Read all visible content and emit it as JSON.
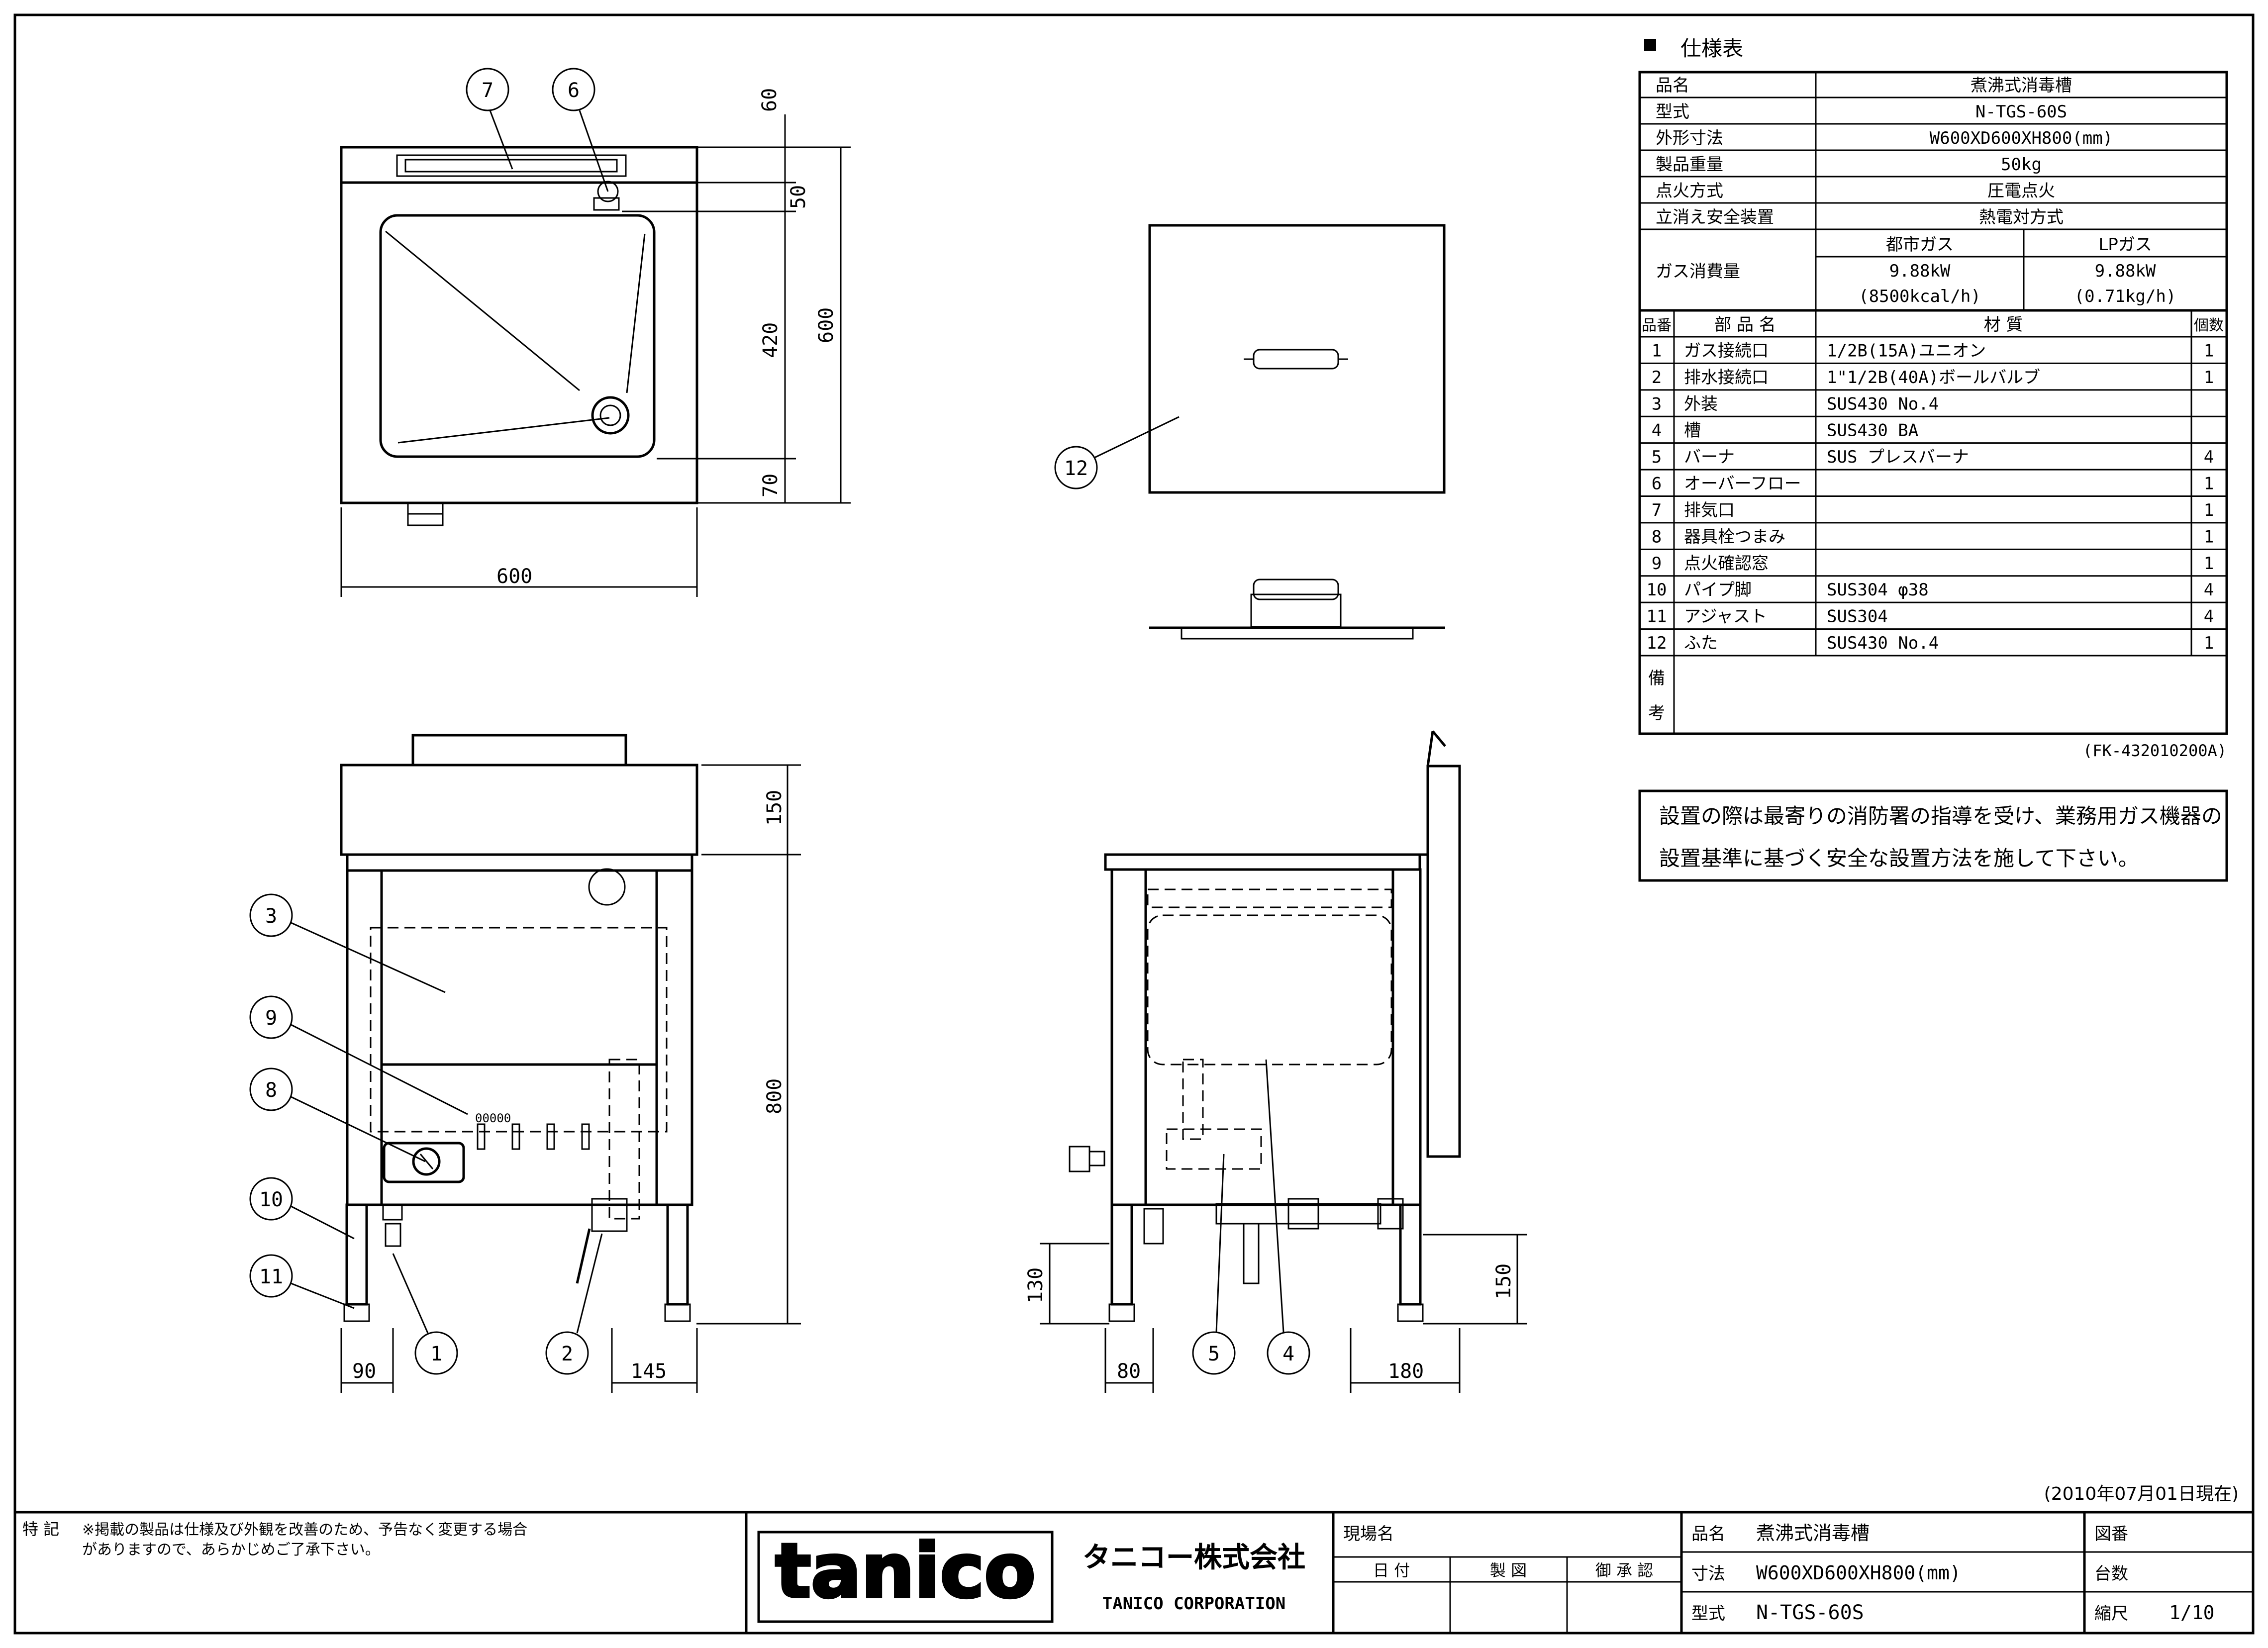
{
  "spec": {
    "title": "仕様表",
    "rows": [
      [
        "品名",
        "煮沸式消毒槽"
      ],
      [
        "型式",
        "N-TGS-60S"
      ],
      [
        "外形寸法",
        "W600XD600XH800(mm)"
      ],
      [
        "製品重量",
        "50kg"
      ],
      [
        "点火方式",
        "圧電点火"
      ],
      [
        "立消え安全装置",
        "熱電対方式"
      ]
    ],
    "gas": {
      "label": "ガス消費量",
      "city_label": "都市ガス",
      "city_kw": "9.88kW",
      "city_kcal": "(8500kcal/h)",
      "lp_label": "LPガス",
      "lp_kw": "9.88kW",
      "lp_kg": "(0.71kg/h)"
    },
    "parts_header": {
      "no": "品番",
      "name": "部 品 名",
      "material": "材 質",
      "qty": "個数"
    },
    "parts": [
      {
        "no": "1",
        "name": "ガス接続口",
        "material": "1/2B(15A)ユニオン",
        "qty": "1"
      },
      {
        "no": "2",
        "name": "排水接続口",
        "material": "1\"1/2B(40A)ボールバルブ",
        "qty": "1"
      },
      {
        "no": "3",
        "name": "外装",
        "material": "SUS430 No.4",
        "qty": ""
      },
      {
        "no": "4",
        "name": "槽",
        "material": "SUS430 BA",
        "qty": ""
      },
      {
        "no": "5",
        "name": "バーナ",
        "material": "SUS プレスバーナ",
        "qty": "4"
      },
      {
        "no": "6",
        "name": "オーバーフロー",
        "material": "",
        "qty": "1"
      },
      {
        "no": "7",
        "name": "排気口",
        "material": "",
        "qty": "1"
      },
      {
        "no": "8",
        "name": "器具栓つまみ",
        "material": "",
        "qty": "1"
      },
      {
        "no": "9",
        "name": "点火確認窓",
        "material": "",
        "qty": "1"
      },
      {
        "no": "10",
        "name": "パイプ脚",
        "material": "SUS304 φ38",
        "qty": "4"
      },
      {
        "no": "11",
        "name": "アジャスト",
        "material": "SUS304",
        "qty": "4"
      },
      {
        "no": "12",
        "name": "ふた",
        "material": "SUS430 No.4",
        "qty": "1"
      }
    ],
    "remarks_label_1": "備",
    "remarks_label_2": "考",
    "code": "(FK-432010200A)"
  },
  "notice": {
    "line1": "設置の際は最寄りの消防署の指導を受け、業務用ガス機器の",
    "line2": "設置基準に基づく安全な設置方法を施して下さい。"
  },
  "date": "(2010年07月01日現在)",
  "dimensions": {
    "top_60": "60",
    "top_50": "50",
    "top_420": "420",
    "top_70": "70",
    "top_600v": "600",
    "top_600h": "600",
    "front_150": "150",
    "front_800": "800",
    "front_90": "90",
    "front_145": "145",
    "side_130": "130",
    "side_150": "150",
    "side_80": "80",
    "side_180": "180"
  },
  "callouts": [
    "1",
    "2",
    "3",
    "4",
    "5",
    "6",
    "7",
    "8",
    "9",
    "10",
    "11",
    "12"
  ],
  "title_block": {
    "tokki_label": "特 記",
    "tokki_line1": "※掲載の製品は仕様及び外観を改善のため、予告なく変更する場合",
    "tokki_line2": "がありますので、あらかじめご了承下さい。",
    "logo": "tanico",
    "company_jp": "タニコー株式会社",
    "company_en": "TANICO CORPORATION",
    "site_label": "現場名",
    "date_label": "日 付",
    "drawn_label": "製 図",
    "approve_label": "御 承 認",
    "name_label": "品名",
    "name_value": "煮沸式消毒槽",
    "size_label": "寸法",
    "size_value": "W600XD600XH800(mm)",
    "model_label": "型式",
    "model_value": "N-TGS-60S",
    "drawing_no_label": "図番",
    "units_label": "台数",
    "scale_label": "縮尺",
    "scale_value": "1/10"
  }
}
